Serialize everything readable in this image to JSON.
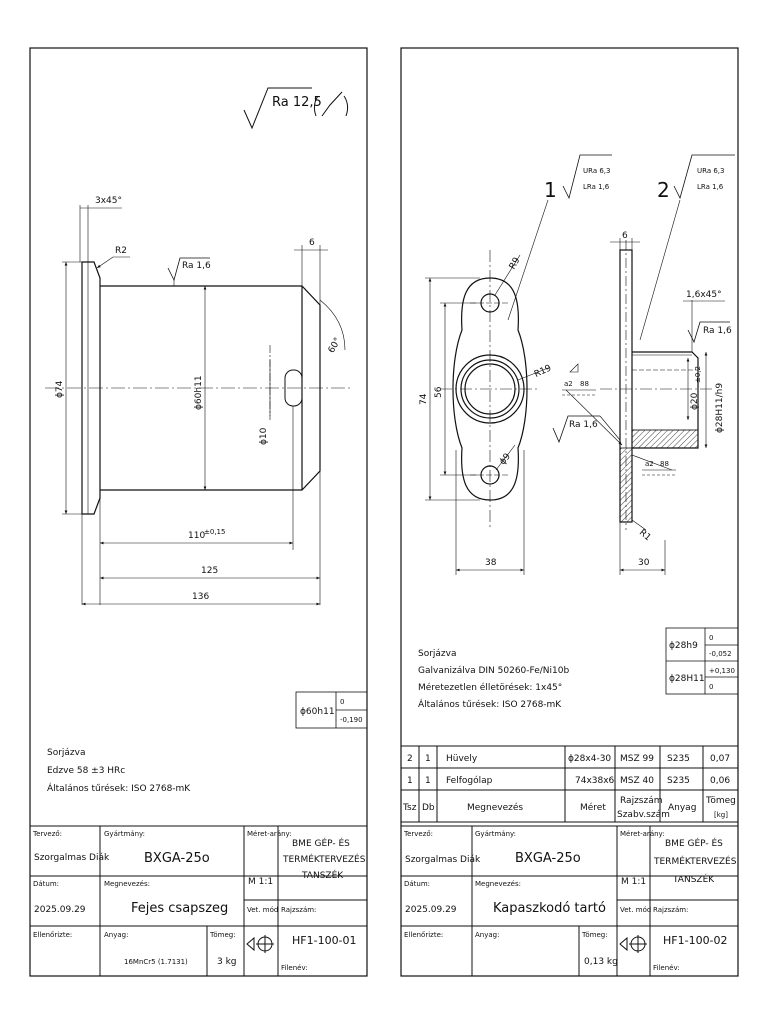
{
  "sheet1": {
    "roughness_main": "Ra 12,5",
    "chamfer": "3x45°",
    "radius": "R2",
    "surface_ra": "Ra 1,6",
    "dim_6": "6",
    "angle": "60°",
    "dia_74": "ϕ74",
    "dia_60": "ϕ60h11",
    "dia_10": "ϕ10",
    "len_110": "110",
    "tol_110": "±0,15",
    "len_125": "125",
    "len_136": "136",
    "tol_table": {
      "label": "ϕ60h11",
      "upper": "0",
      "lower": "-0,190"
    },
    "notes": [
      "Sorjázva",
      "Edzve 58 ±3 HRc",
      "Általános tűrések: ISO 2768-mK"
    ],
    "title_block": {
      "tervezo_label": "Tervező:",
      "tervezo": "Szorgalmas Diák",
      "gyartmany_label": "Gyártmány:",
      "gyartmany": "BXGA-25o",
      "meret_label": "Méret-arány:",
      "meret": "M 1:1",
      "inst1": "BME GÉP- ÉS",
      "inst2": "TERMÉKTERVEZÉS",
      "inst3": "TANSZÉK",
      "datum_label": "Dátum:",
      "datum": "2025.09.29",
      "megnevezes_label": "Megnevezés:",
      "megnevezes": "Fejes csapszeg",
      "vet_label": "Vet. mód",
      "rajzszam_label": "Rajzszám:",
      "rajzszam": "HF1-100-01",
      "ellenorizte_label": "Ellenőrizte:",
      "anyag_label": "Anyag:",
      "anyag": "16MnCr5 (1.7131)",
      "tomeg_label": "Tömeg:",
      "tomeg": "3 kg",
      "filenev_label": "Filenév:"
    }
  },
  "sheet2": {
    "label1": "1",
    "label2": "2",
    "ura": "URa 6,3",
    "lra": "LRa 1,6",
    "ura2": "URa 6,3",
    "lra2": "LRa 1,6",
    "r9": "R9",
    "r19": "R19",
    "dia9": "ϕ9",
    "dim74": "74",
    "dim56": "56",
    "dim38": "38",
    "dim30": "30",
    "dim6": "6",
    "chamfer": "1,6x45°",
    "ra16a": "Ra 1,6",
    "ra16b": "Ra 1,6",
    "weld1": "a2",
    "weld1b": "88",
    "weld2": "a2",
    "weld2b": "88",
    "dia20": "ϕ20",
    "dia20tol": "±0,2",
    "dia28": "ϕ28H11/h9",
    "r1": "R1",
    "tol_rows": [
      {
        "label": "ϕ28h9",
        "upper": "0",
        "lower": "-0,052"
      },
      {
        "label": "ϕ28H11",
        "upper": "+0,130",
        "lower": "0"
      }
    ],
    "notes": [
      "Sorjázva",
      "Galvanizálva DIN 50260-Fe/Ni10b",
      "Méretezetlen élletörések: 1x45°",
      "Általános tűrések: ISO 2768-mK"
    ],
    "parts": [
      {
        "tsz": "2",
        "db": "1",
        "name": "Hüvely",
        "size": "ϕ28x4-30",
        "std": "MSZ 99",
        "mat": "S235",
        "mass": "0,07"
      },
      {
        "tsz": "1",
        "db": "1",
        "name": "Felfogólap",
        "size": "74x38x6",
        "std": "MSZ 40",
        "mat": "S235",
        "mass": "0,06"
      }
    ],
    "parts_header": {
      "tsz": "Tsz",
      "db": "Db",
      "name": "Megnevezés",
      "size": "Méret",
      "std1": "Rajzszám",
      "std2": "Szabv.szám",
      "mat": "Anyag",
      "mass1": "Tömeg",
      "mass2": "[kg]"
    },
    "title_block": {
      "tervezo_label": "Tervező:",
      "tervezo": "Szorgalmas Diák",
      "gyartmany_label": "Gyártmány:",
      "gyartmany": "BXGA-25o",
      "meret_label": "Méret-arány:",
      "meret": "M 1:1",
      "inst1": "BME GÉP- ÉS",
      "inst2": "TERMÉKTERVEZÉS",
      "inst3": "TANSZÉK",
      "datum_label": "Dátum:",
      "datum": "2025.09.29",
      "megnevezes_label": "Megnevezés:",
      "megnevezes": "Kapaszkodó tartó",
      "vet_label": "Vet. mód",
      "rajzszam_label": "Rajzszám:",
      "rajzszam": "HF1-100-02",
      "ellenorizte_label": "Ellenőrizte:",
      "anyag_label": "Anyag:",
      "anyag": "",
      "tomeg_label": "Tömeg:",
      "tomeg": "0,13 kg",
      "filenev_label": "Filenév:"
    }
  }
}
